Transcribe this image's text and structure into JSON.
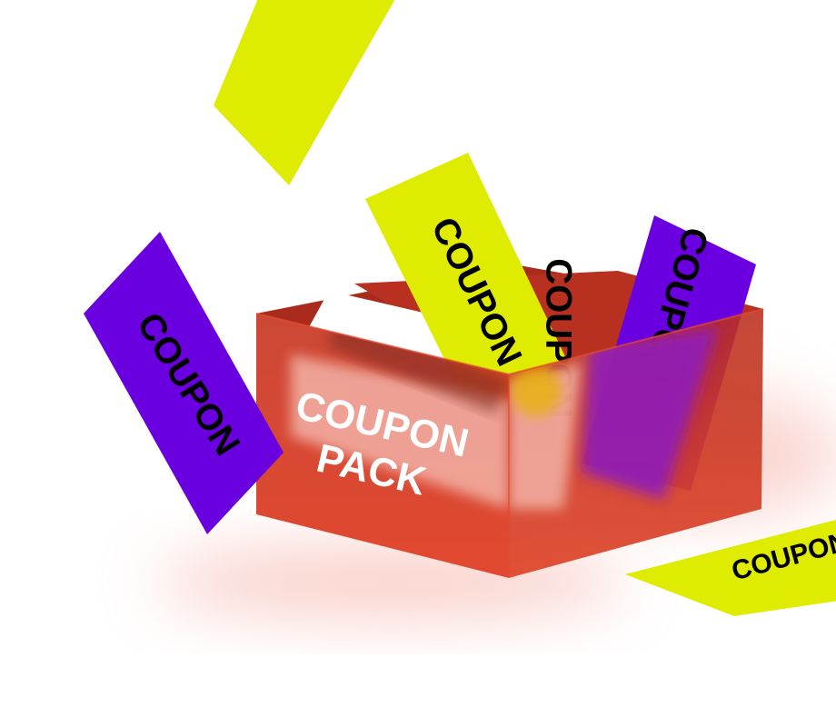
{
  "illustration": {
    "coupon_word": "COUPON",
    "pack_label_line1": "COUPON",
    "pack_label_line2": "PACK"
  },
  "colors": {
    "background": "#ffffff",
    "coupon_yellow": "#dfeb00",
    "coupon_purple": "#6a00e0",
    "coupon_white": "#ffffff",
    "coupon_text": "#000000",
    "pack_red": "#cf3a26",
    "pack_red_dark": "#b93120",
    "pack_red_light": "#e5533a",
    "pack_label": "#ffffff",
    "shadow_pink": "#f6b6ac"
  }
}
